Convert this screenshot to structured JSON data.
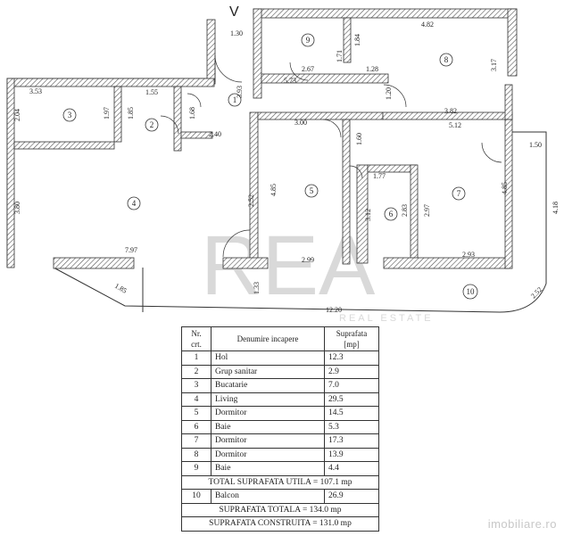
{
  "watermark": {
    "logo": "REA",
    "tagline": "REAL ESTATE"
  },
  "entry_marker": "V",
  "dimensions": [
    "1.30",
    "4.82",
    "1.84",
    "1.71",
    "2.67",
    "1.28",
    "5.73",
    "3.17",
    "3.93",
    "1.55",
    "3.53",
    "2.04",
    "1.97",
    "1.85",
    "1.68",
    "2.40",
    "3.00",
    "1.20",
    "3.82",
    "5.12",
    "1.60",
    "1.50",
    "1.77",
    "4.85",
    "2.52",
    "3.80",
    "3.12",
    "2.83",
    "2.97",
    "4.85",
    "4.18",
    "7.97",
    "2.99",
    "2.93",
    "1.33",
    "1.85",
    "12.20",
    "2.52"
  ],
  "room_numbers": [
    "1",
    "2",
    "3",
    "4",
    "5",
    "6",
    "7",
    "8",
    "9",
    "10"
  ],
  "table": {
    "headers": {
      "nr": "Nr. crt.",
      "name": "Denumire incapere",
      "area": "Suprafata [mp]"
    },
    "rows": [
      {
        "nr": "1",
        "name": "Hol",
        "area": "12.3"
      },
      {
        "nr": "2",
        "name": "Grup sanitar",
        "area": "2.9"
      },
      {
        "nr": "3",
        "name": "Bucatarie",
        "area": "7.0"
      },
      {
        "nr": "4",
        "name": "Living",
        "area": "29.5"
      },
      {
        "nr": "5",
        "name": "Dormitor",
        "area": "14.5"
      },
      {
        "nr": "6",
        "name": "Baie",
        "area": "5.3"
      },
      {
        "nr": "7",
        "name": "Dormitor",
        "area": "17.3"
      },
      {
        "nr": "8",
        "name": "Dormitor",
        "area": "13.9"
      },
      {
        "nr": "9",
        "name": "Baie",
        "area": "4.4"
      }
    ],
    "total_utila": "TOTAL SUPRAFATA UTILA = 107.1 mp",
    "balcon": {
      "nr": "10",
      "name": "Balcon",
      "area": "26.9"
    },
    "total": "SUPRAFATA TOTALA = 134.0 mp",
    "construita": "SUPRAFATA CONSTRUITA = 131.0 mp"
  },
  "brand": "imobiliare.ro"
}
